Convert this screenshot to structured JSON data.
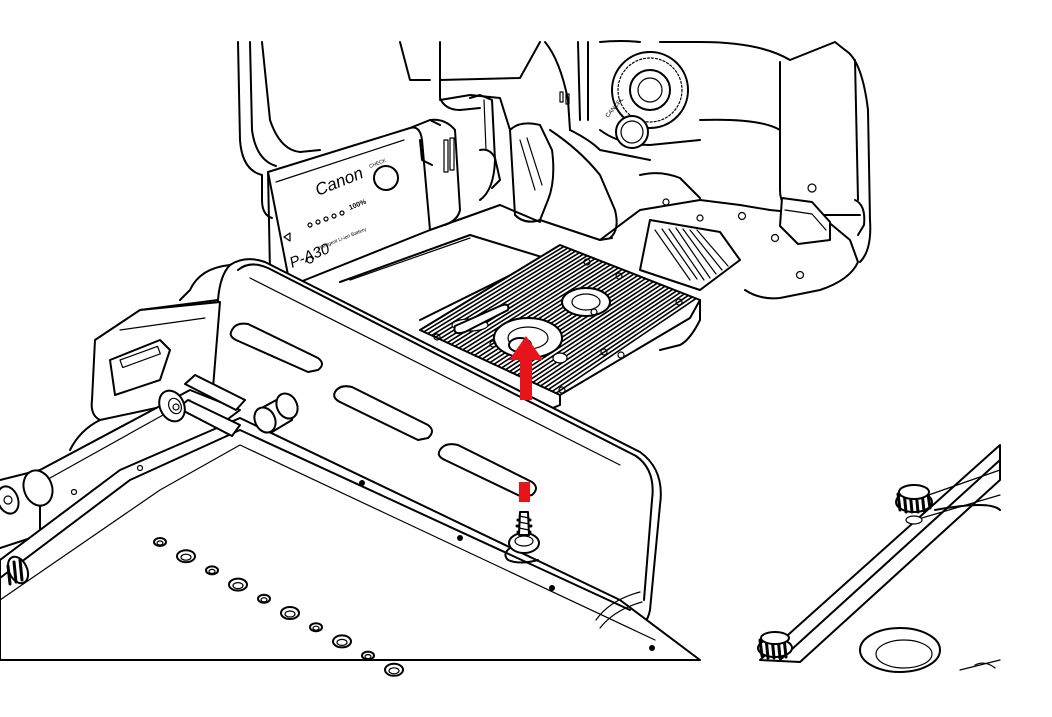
{
  "battery": {
    "brand": "Canon",
    "check_label": "CHECK",
    "percent_label": "100%",
    "model_label": "P-A30",
    "type_label": "Intelligent Li-ion Battery"
  },
  "camera": {
    "cancel_label": "CANCEL"
  },
  "colors": {
    "arrow": "#e8141c",
    "line": "#000000",
    "background": "#ffffff"
  },
  "icons": {
    "direction_arrow": "arrow-up-icon",
    "screw": "screw-icon",
    "knob": "thumb-knob-icon"
  }
}
